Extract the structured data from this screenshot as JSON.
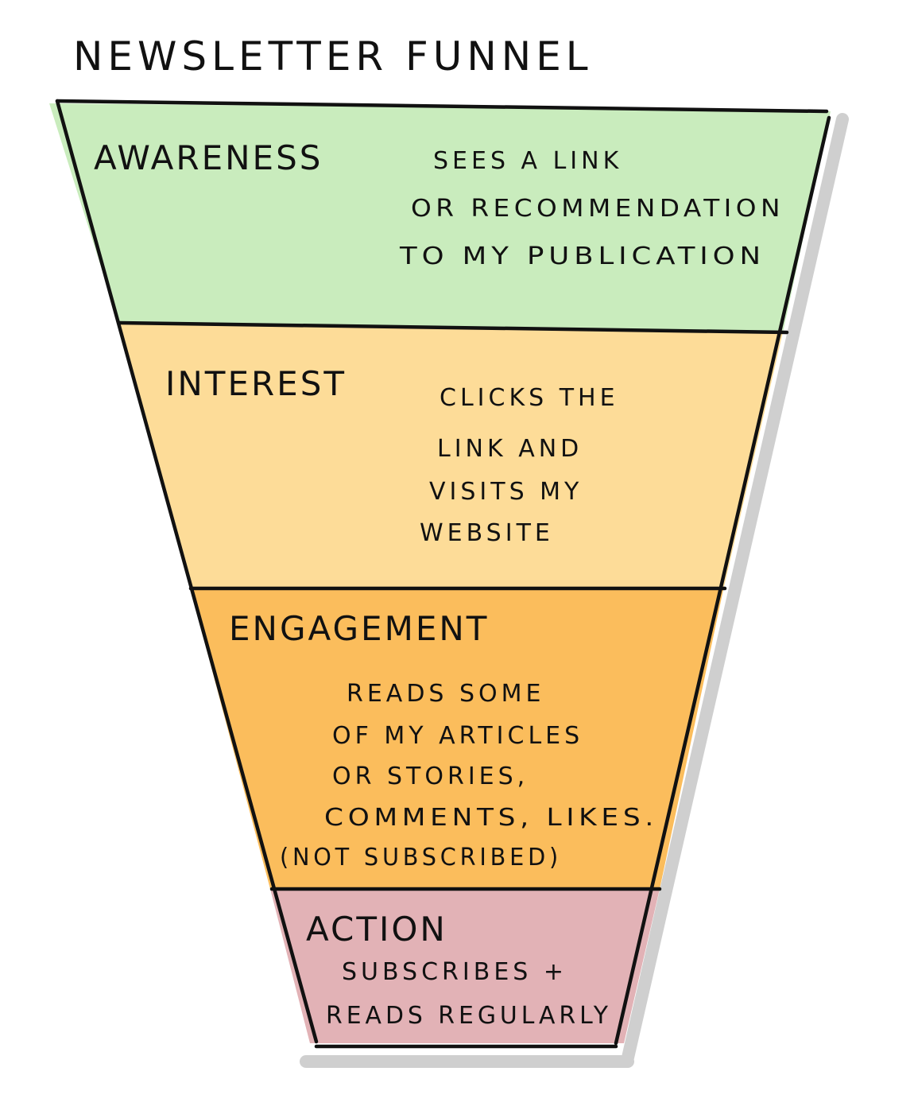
{
  "title": "Newsletter funnel",
  "colors": {
    "awareness": "#c9ecbd",
    "interest": "#fddc98",
    "engagement": "#fbbd5c",
    "action": "#e2b2b6",
    "outline": "#111111",
    "shadow": "#cfcfcf"
  },
  "stages": [
    {
      "name": "Awareness",
      "description": [
        "Sees a link",
        "or recommendation",
        "to my publication"
      ]
    },
    {
      "name": "Interest",
      "description": [
        "Clicks the",
        "link and",
        "visits my",
        "website"
      ]
    },
    {
      "name": "Engagement",
      "description": [
        "Reads some",
        "of my articles",
        "or stories,",
        "comments, likes.",
        "(not subscribed)"
      ]
    },
    {
      "name": "Action",
      "description": [
        "subscribes +",
        "reads regularly"
      ]
    }
  ]
}
